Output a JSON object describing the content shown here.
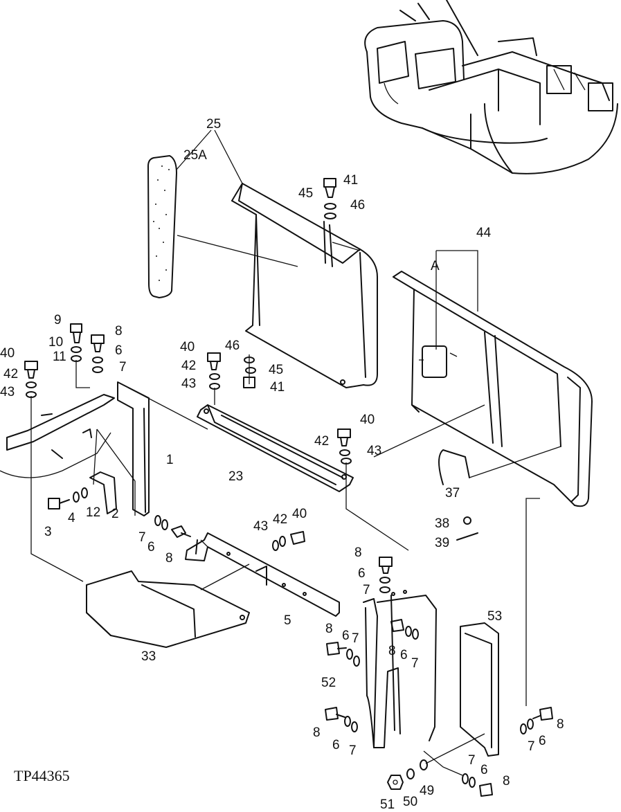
{
  "figure_ref": "TP44365",
  "callouts": [
    {
      "id": "c25",
      "text": "25"
    },
    {
      "id": "c25a",
      "text": "25A"
    },
    {
      "id": "c41a",
      "text": "41"
    },
    {
      "id": "c45a",
      "text": "45"
    },
    {
      "id": "c46a",
      "text": "46"
    },
    {
      "id": "c44",
      "text": "44"
    },
    {
      "id": "cA",
      "text": "A"
    },
    {
      "id": "c9",
      "text": "9"
    },
    {
      "id": "c8a",
      "text": "8"
    },
    {
      "id": "c10",
      "text": "10"
    },
    {
      "id": "c6a",
      "text": "6"
    },
    {
      "id": "c11",
      "text": "11"
    },
    {
      "id": "c7a",
      "text": "7"
    },
    {
      "id": "c40a",
      "text": "40"
    },
    {
      "id": "c42a",
      "text": "42"
    },
    {
      "id": "c43a",
      "text": "43"
    },
    {
      "id": "c40b",
      "text": "40"
    },
    {
      "id": "c46b",
      "text": "46"
    },
    {
      "id": "c42b",
      "text": "42"
    },
    {
      "id": "c45b",
      "text": "45"
    },
    {
      "id": "c43b",
      "text": "43"
    },
    {
      "id": "c41b",
      "text": "41"
    },
    {
      "id": "c1",
      "text": "1"
    },
    {
      "id": "c40c",
      "text": "40"
    },
    {
      "id": "c42c",
      "text": "42"
    },
    {
      "id": "c43c",
      "text": "43"
    },
    {
      "id": "c23",
      "text": "23"
    },
    {
      "id": "c37",
      "text": "37"
    },
    {
      "id": "c38",
      "text": "38"
    },
    {
      "id": "c39",
      "text": "39"
    },
    {
      "id": "c3",
      "text": "3"
    },
    {
      "id": "c4",
      "text": "4"
    },
    {
      "id": "c12",
      "text": "12"
    },
    {
      "id": "c2",
      "text": "2"
    },
    {
      "id": "c7b",
      "text": "7"
    },
    {
      "id": "c6b",
      "text": "6"
    },
    {
      "id": "c8b",
      "text": "8"
    },
    {
      "id": "c43d",
      "text": "43"
    },
    {
      "id": "c42d",
      "text": "42"
    },
    {
      "id": "c40d",
      "text": "40"
    },
    {
      "id": "c8c",
      "text": "8"
    },
    {
      "id": "c6c",
      "text": "6"
    },
    {
      "id": "c7c",
      "text": "7"
    },
    {
      "id": "c5",
      "text": "5"
    },
    {
      "id": "c33",
      "text": "33"
    },
    {
      "id": "c8d",
      "text": "8"
    },
    {
      "id": "c6d",
      "text": "6"
    },
    {
      "id": "c7d",
      "text": "7"
    },
    {
      "id": "c8e",
      "text": "8"
    },
    {
      "id": "c6e",
      "text": "6"
    },
    {
      "id": "c7e",
      "text": "7"
    },
    {
      "id": "c53",
      "text": "53"
    },
    {
      "id": "c52",
      "text": "52"
    },
    {
      "id": "c8f",
      "text": "8"
    },
    {
      "id": "c6f",
      "text": "6"
    },
    {
      "id": "c7f",
      "text": "7"
    },
    {
      "id": "c8g",
      "text": "8"
    },
    {
      "id": "c7g",
      "text": "7"
    },
    {
      "id": "c6g",
      "text": "6"
    },
    {
      "id": "c7h",
      "text": "7"
    },
    {
      "id": "c6h",
      "text": "6"
    },
    {
      "id": "c8h",
      "text": "8"
    },
    {
      "id": "c51",
      "text": "51"
    },
    {
      "id": "c50",
      "text": "50"
    },
    {
      "id": "c49",
      "text": "49"
    }
  ]
}
